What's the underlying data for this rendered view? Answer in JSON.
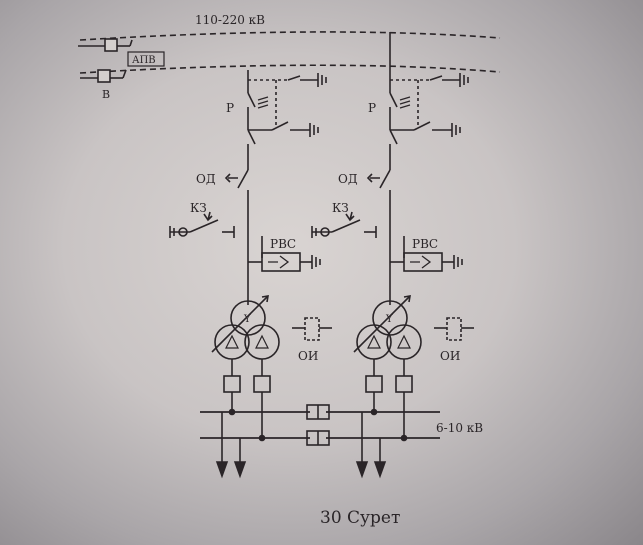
{
  "labels": {
    "voltage_high": "110-220 кВ",
    "apv": "АПВ",
    "breaker": "В",
    "disconnector_left": "Р",
    "disconnector_right": "Р",
    "separator_left": "ОД",
    "separator_right": "ОД",
    "short_circuiter_left": "КЗ",
    "short_circuiter_right": "КЗ",
    "arrester_left": "РВС",
    "arrester_right": "РВС",
    "transformer_left": "Y",
    "transformer_right": "Y",
    "arc_reactor_left": "ОИ",
    "arc_reactor_right": "ОИ",
    "voltage_low": "6-10 кВ"
  },
  "caption": "30 Сурет",
  "colors": {
    "ink": "#2a2528",
    "paper": "#d4cfcd"
  }
}
